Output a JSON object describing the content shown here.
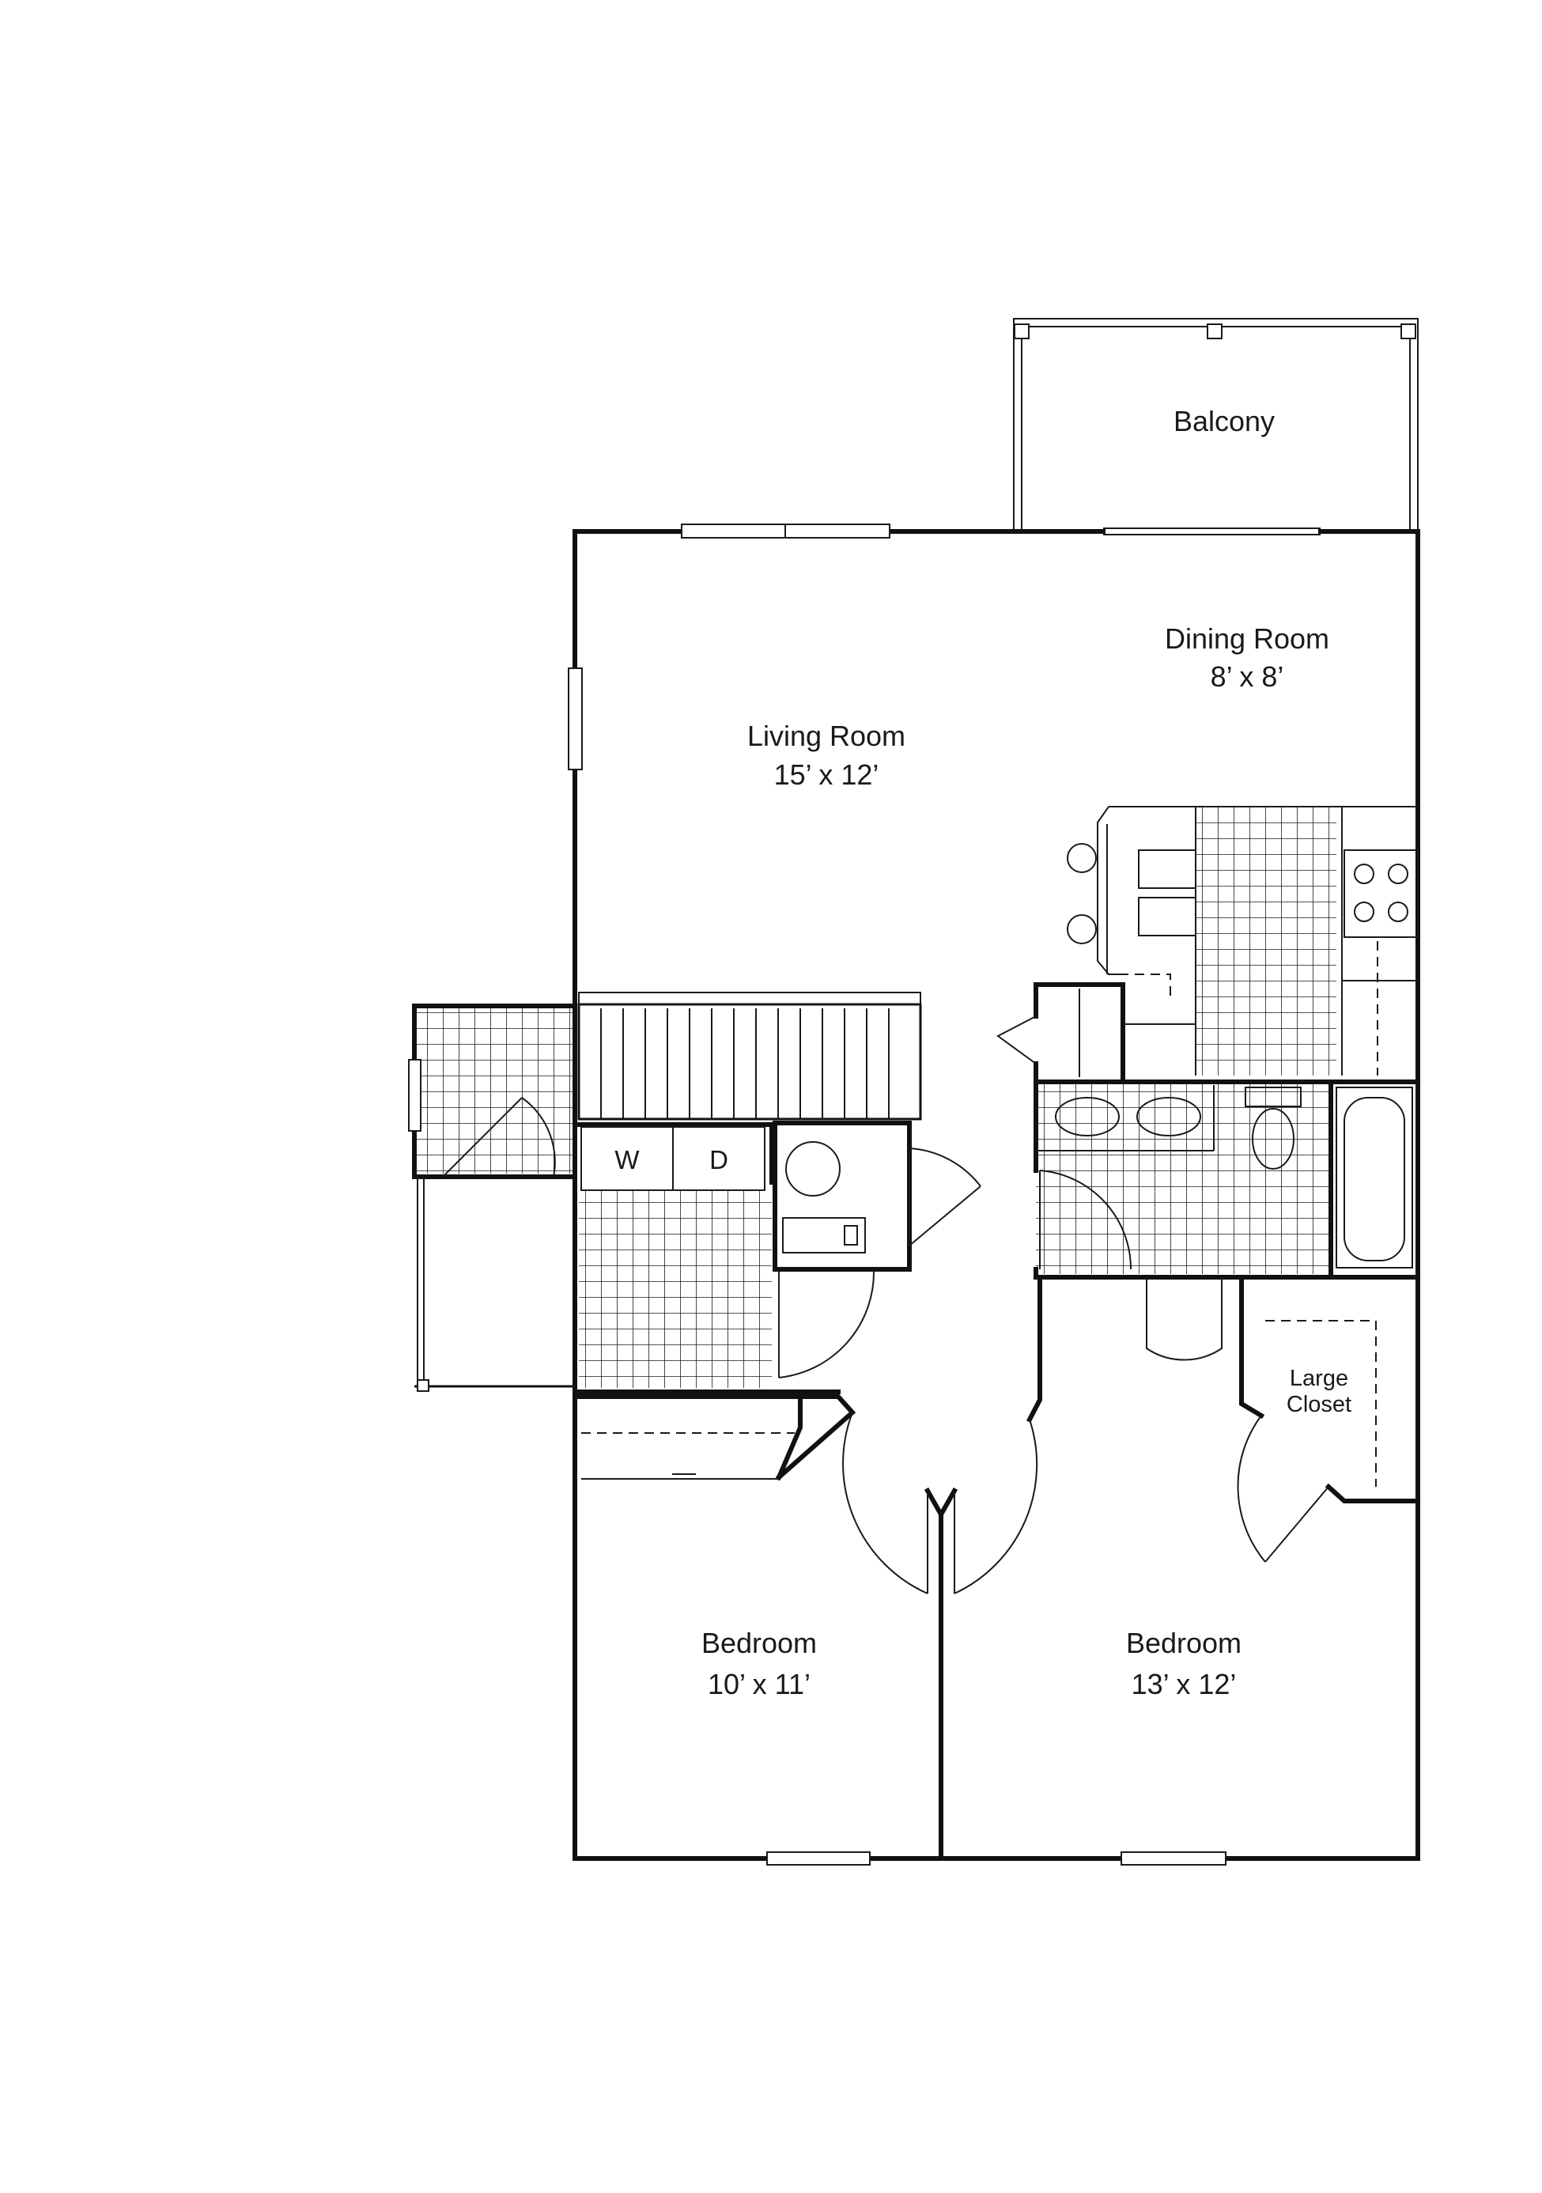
{
  "rooms": {
    "balcony": {
      "name": "Balcony"
    },
    "dining": {
      "name": "Dining Room",
      "size": "8’ x 8’"
    },
    "living": {
      "name": "Living Room",
      "size": "15’ x 12’"
    },
    "bedroom_left": {
      "name": "Bedroom",
      "size": "10’ x 11’"
    },
    "bedroom_right": {
      "name": "Bedroom",
      "size": "13’ x 12’"
    },
    "closet": {
      "name_line1": "Large",
      "name_line2": "Closet"
    }
  },
  "appliances": {
    "washer": "W",
    "dryer": "D"
  }
}
